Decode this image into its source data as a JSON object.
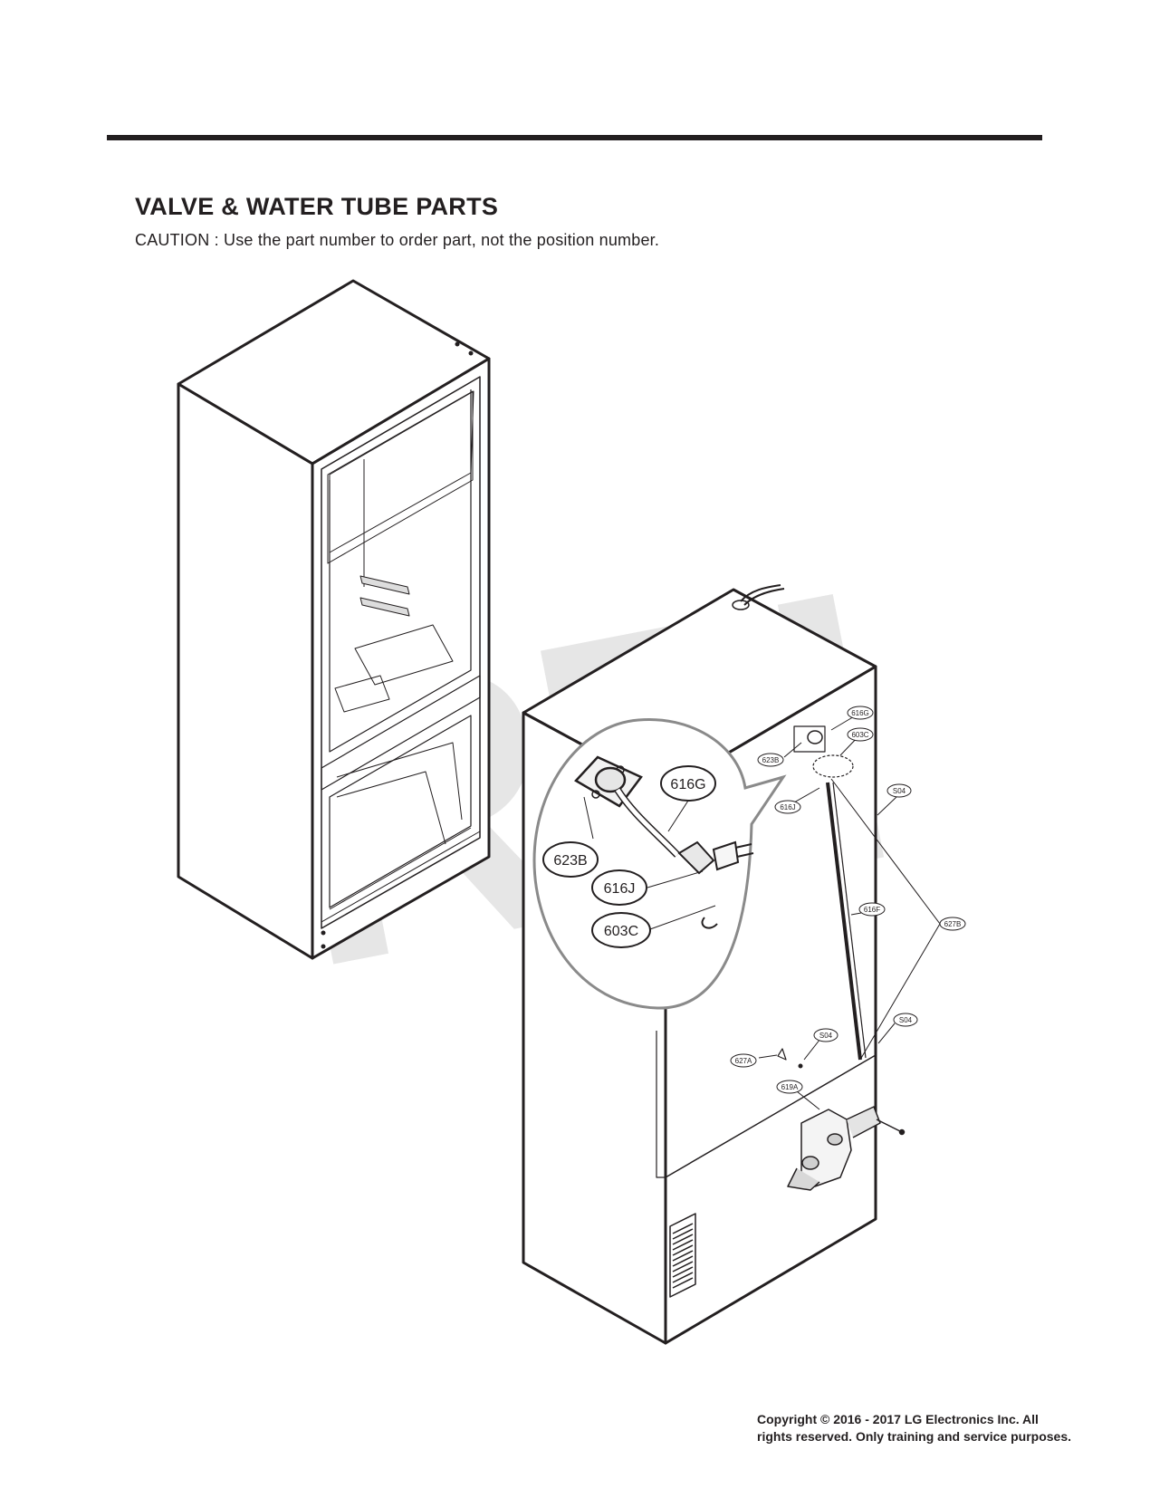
{
  "page": {
    "title": "VALVE & WATER TUBE PARTS",
    "caution": "CAUTION : Use the part number to order part, not the position number.",
    "copyright_line1": "Copyright © 2016 - 2017 LG Electronics Inc. All",
    "copyright_line2": "rights reserved. Only training and service purposes."
  },
  "watermark": {
    "text": "RPI",
    "color": "#e6e6e6"
  },
  "detail_callouts": [
    {
      "label": "616G"
    },
    {
      "label": "623B"
    },
    {
      "label": "616J"
    },
    {
      "label": "603C"
    }
  ],
  "small_callouts": [
    {
      "label": "616G"
    },
    {
      "label": "603C"
    },
    {
      "label": "623B"
    },
    {
      "label": "S04"
    },
    {
      "label": "616J"
    },
    {
      "label": "616F"
    },
    {
      "label": "627B"
    },
    {
      "label": "S04"
    },
    {
      "label": "S04"
    },
    {
      "label": "627A"
    },
    {
      "label": "619A"
    }
  ]
}
